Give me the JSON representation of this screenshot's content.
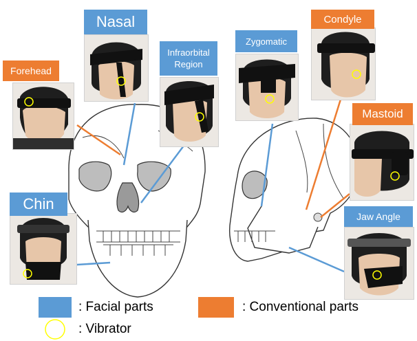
{
  "labels": {
    "nasal": "Nasal",
    "infraorbital": "Infraorbital Region",
    "forehead": "Forehead",
    "chin": "Chin",
    "zygomatic": "Zygomatic",
    "condyle": "Condyle",
    "mastoid": "Mastoid",
    "jaw_angle": "Jaw Angle"
  },
  "legend": {
    "facial": ": Facial parts",
    "conventional": ": Conventional parts",
    "vibrator": ": Vibrator"
  },
  "colors": {
    "facial": "#5b9bd5",
    "conventional": "#ed7d31",
    "vibrator": "#ffff00"
  }
}
